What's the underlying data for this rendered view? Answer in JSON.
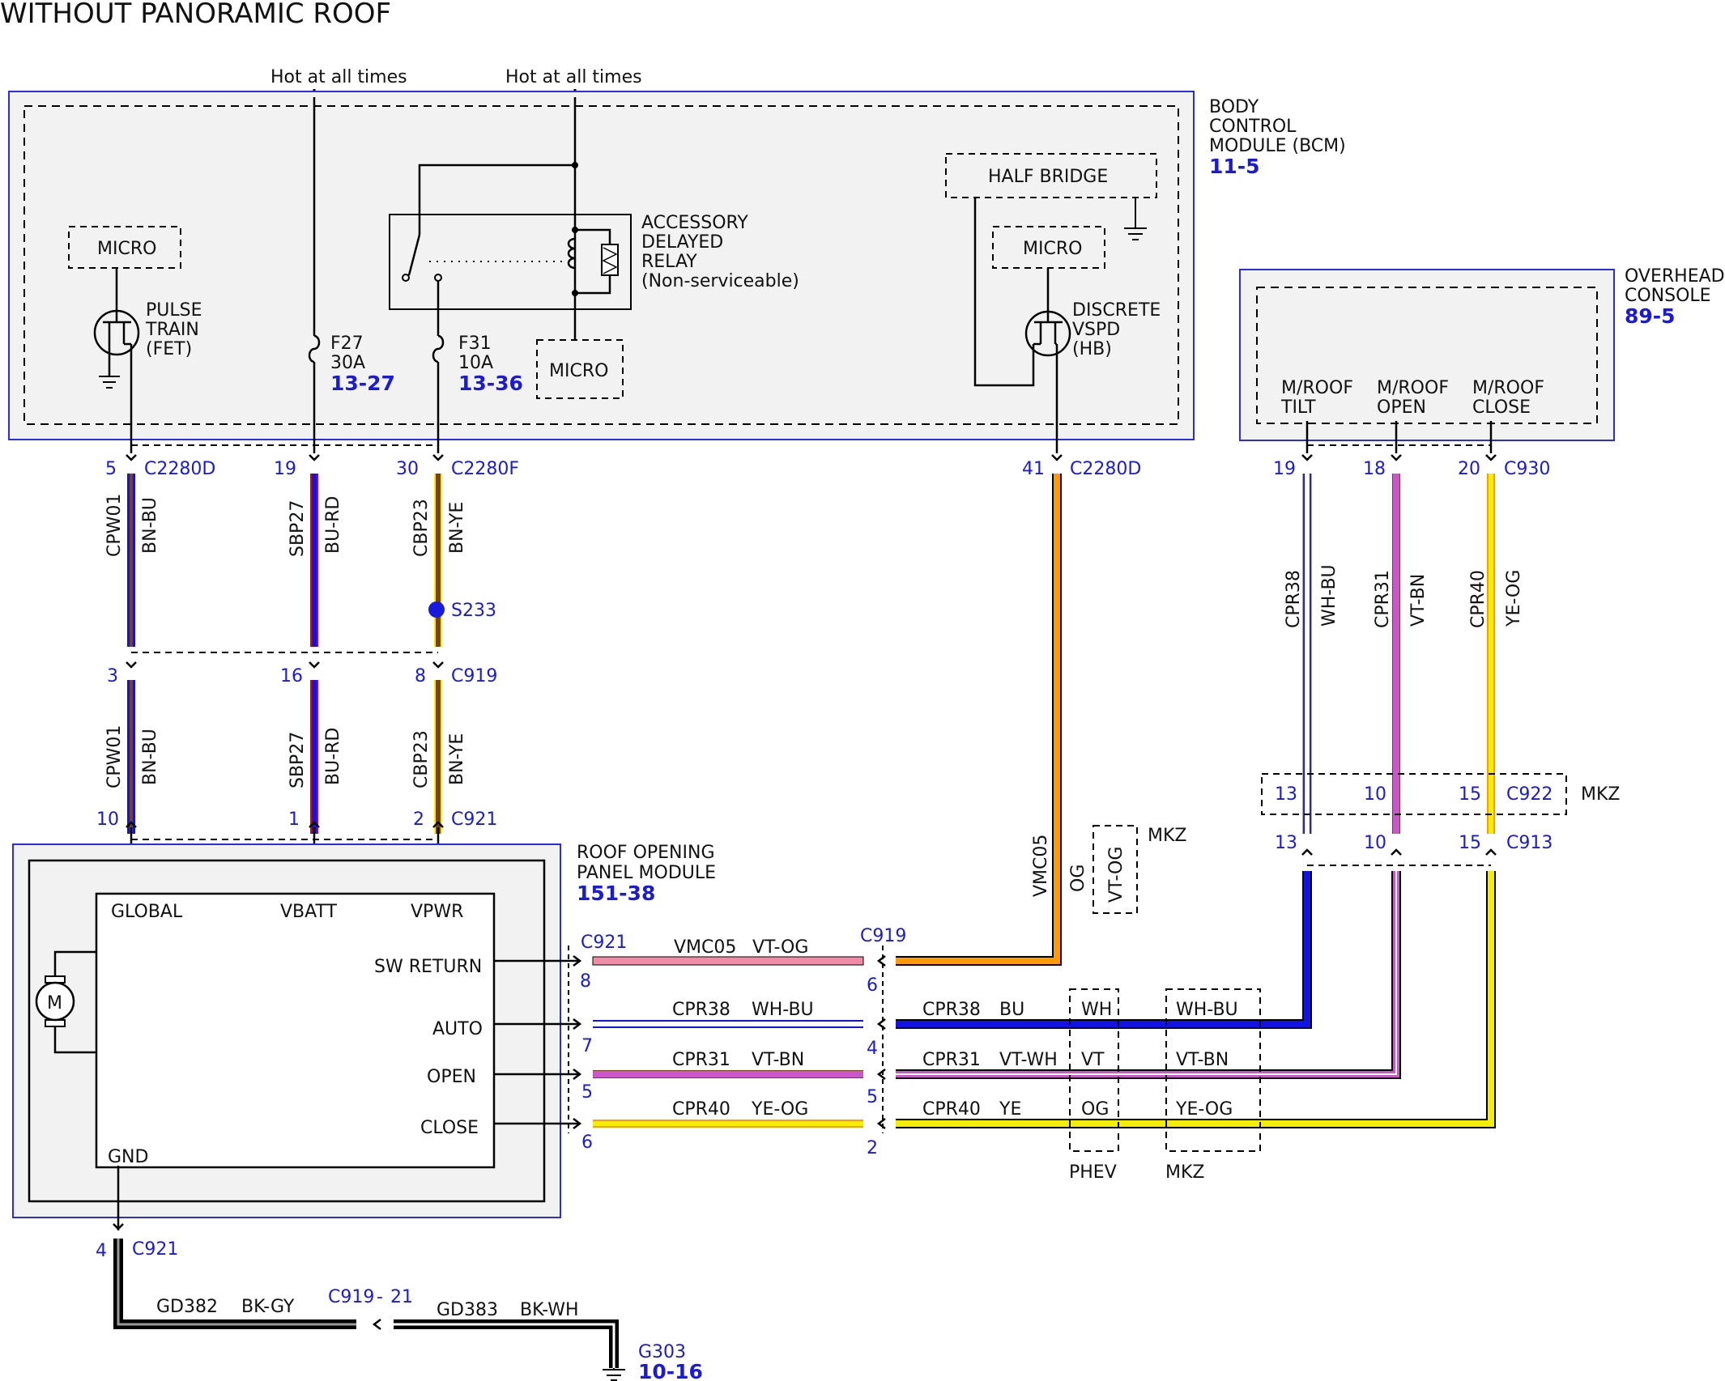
{
  "title": "WITHOUT PANORAMIC ROOF",
  "colors": {
    "module_border": "#2a2af0",
    "module_fill": "#f2f2f2",
    "pin_blue": "#1a1adc",
    "BN": "#7a4316",
    "BU": "#1212e6",
    "RD": "#e00000",
    "YE": "#f4ee00",
    "OG": "#ff9a00",
    "VT": "#cc55cc",
    "WH": "#ffffff",
    "GY": "#9a9a9a",
    "BK": "#000000",
    "PK": "#f28ca6"
  },
  "power": {
    "feed1": "Hot at all times",
    "feed2": "Hot at all times"
  },
  "bcm": {
    "name_lines": [
      "BODY",
      "CONTROL",
      "MODULE (BCM)"
    ],
    "ref": "11-5",
    "micro_left": "MICRO",
    "pulse_lines": [
      "PULSE",
      "TRAIN",
      "(FET)"
    ],
    "relay_lines": [
      "ACCESSORY",
      "DELAYED",
      "RELAY",
      "(Non-serviceable)"
    ],
    "micro_mid": "MICRO",
    "half_bridge": "HALF BRIDGE",
    "micro_right": "MICRO",
    "vspd_lines": [
      "DISCRETE",
      "VSPD",
      "(HB)"
    ],
    "fuse1": {
      "name": "F27",
      "rating": "30A",
      "ref": "13-27"
    },
    "fuse2": {
      "name": "F31",
      "rating": "10A",
      "ref": "13-36"
    }
  },
  "overhead": {
    "name_lines": [
      "OVERHEAD",
      "CONSOLE"
    ],
    "ref": "89-5",
    "outputs": [
      {
        "line1": "M/ROOF",
        "line2": "TILT"
      },
      {
        "line1": "M/ROOF",
        "line2": "OPEN"
      },
      {
        "line1": "M/ROOF",
        "line2": "CLOSE"
      }
    ]
  },
  "rop": {
    "name_lines": [
      "ROOF OPENING",
      "PANEL MODULE"
    ],
    "ref": "151-38",
    "pins": {
      "global": "GLOBAL",
      "vbatt": "VBATT",
      "vpwr": "VPWR",
      "sw_return": "SW RETURN",
      "auto": "AUTO",
      "open": "OPEN",
      "close": "CLOSE",
      "gnd": "GND"
    },
    "motor": "M"
  },
  "upper_wires": [
    {
      "top_pin": "5",
      "top_conn": "C2280D",
      "circuit": "CPW01",
      "color": "BN-BU",
      "mid_pin": "3",
      "bot_pin": "10"
    },
    {
      "top_pin": "19",
      "circuit": "SBP27",
      "color": "BU-RD",
      "mid_pin": "16",
      "bot_pin": "1"
    },
    {
      "top_pin": "30",
      "top_conn": "C2280F",
      "circuit": "CBP23",
      "color": "BN-YE",
      "mid_pin": "8",
      "mid_conn": "C919",
      "bot_pin": "2",
      "bot_conn": "C921"
    }
  ],
  "splice": "S233",
  "vspd_wire": {
    "pin": "41",
    "conn": "C2280D",
    "circuit": "VMC05",
    "color": "OG",
    "alt_color": "VT-OG",
    "alt_note": "MKZ"
  },
  "overhead_wires": [
    {
      "top_pin": "19",
      "circuit": "CPR38",
      "color": "WH-BU",
      "c922_pin": "13",
      "c913_pin": "13"
    },
    {
      "top_pin": "18",
      "circuit": "CPR31",
      "color": "VT-BN",
      "c922_pin": "10",
      "c913_pin": "10"
    },
    {
      "top_pin": "20",
      "circuit": "CPR40",
      "color": "YE-OG",
      "c922_pin": "15",
      "c913_pin": "15"
    }
  ],
  "overhead_conn": "C930",
  "c922": {
    "name": "C922",
    "note": "MKZ"
  },
  "c913": "C913",
  "left_conn": "C921",
  "right_conn": "C919",
  "harness_rows": [
    {
      "left_pin": "8",
      "right_pin": "6",
      "left_circuit": "VMC05",
      "left_color": "VT-OG"
    },
    {
      "left_pin": "7",
      "right_pin": "4",
      "left_circuit": "CPR38",
      "left_color": "WH-BU",
      "right_circuit": "CPR38",
      "right_color": "BU",
      "phev": "WH",
      "mkz": "WH-BU"
    },
    {
      "left_pin": "5",
      "right_pin": "5",
      "left_circuit": "CPR31",
      "left_color": "VT-BN",
      "right_circuit": "CPR31",
      "right_color": "VT-WH",
      "phev": "VT",
      "mkz": "VT-BN"
    },
    {
      "left_pin": "6",
      "right_pin": "2",
      "left_circuit": "CPR40",
      "left_color": "YE-OG",
      "right_circuit": "CPR40",
      "right_color": "YE",
      "phev": "OG",
      "mkz": "YE-OG"
    }
  ],
  "variant_labels": {
    "phev": "PHEV",
    "mkz": "MKZ"
  },
  "ground": {
    "pin": "4",
    "conn": "C921",
    "wire1": {
      "circuit": "GD382",
      "color": "BK-GY"
    },
    "inline_conn": "C919",
    "inline_pin": "21",
    "wire2": {
      "circuit": "GD383",
      "color": "BK-WH"
    },
    "ground_name": "G303",
    "ground_ref": "10-16"
  }
}
